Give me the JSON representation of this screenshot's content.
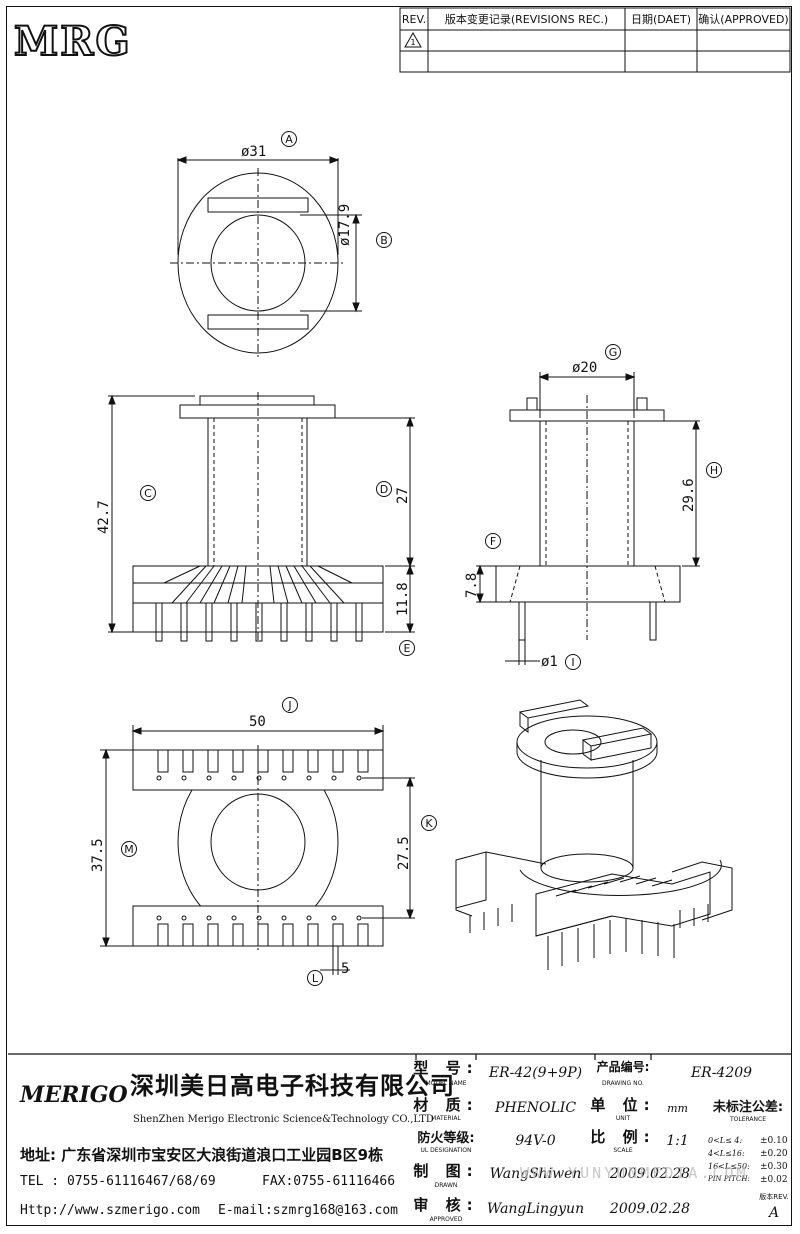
{
  "logo_text": "MRG",
  "revision_table": {
    "headers": [
      "REV.",
      "版本变更记录(REVISIONS REC.)",
      "日期(DAET)",
      "确认(APPROVED)"
    ],
    "first_rev": "1"
  },
  "dimensions": {
    "a_dia": "ø31",
    "b_dia": "ø17.9",
    "c_height": "42.7",
    "d_height": "27",
    "e_height": "11.8",
    "g_dia": "ø20",
    "h_height": "29.6",
    "f_height": "7.8",
    "i_pin": "ø1",
    "j_width": "50",
    "k_height": "27.5",
    "m_height": "37.5",
    "l_pitch": "5"
  },
  "callouts": [
    "A",
    "B",
    "C",
    "D",
    "E",
    "F",
    "G",
    "H",
    "I",
    "J",
    "K",
    "L",
    "M"
  ],
  "company": {
    "brand": "MERIGO",
    "name_cn": "深圳美日高电子科技有限公司",
    "name_en": "ShenZhen Merigo Electronic Science&Technology CO.,LTD",
    "address": "地址: 广东省深圳市宝安区大浪街道浪口工业园B区9栋",
    "tel": "TEL : 0755-61116467/68/69",
    "fax": "FAX:0755-61116466",
    "web": "Http://www.szmerigo.com",
    "email": "E-mail:szmrg168@163.com"
  },
  "title_block": {
    "model_label": "型 号:",
    "model_label_en": "MODEL NAME",
    "model_value": "ER-42(9+9P)",
    "product_no_label": "产品编号:",
    "product_no_label_en": "DRAWING NO.",
    "product_no_value": "ER-4209",
    "material_label": "材 质:",
    "material_label_en": "MATERIAL",
    "material_value": "PHENOLIC",
    "unit_label": "单 位:",
    "unit_label_en": "UNIT",
    "unit_value": "mm",
    "flame_label": "防火等级:",
    "flame_label_en": "UL DESIGNATION",
    "flame_value": "94V-0",
    "scale_label": "比 例:",
    "scale_label_en": "SCALE",
    "scale_value": "1:1",
    "drawn_label": "制 图:",
    "drawn_label_en": "DRAWN",
    "drawn_value": "WangShiwen",
    "drawn_date": "2009.02.28",
    "approved_label": "审 核:",
    "approved_label_en": "APPROVED",
    "approved_value": "WangLingyun",
    "approved_date": "2009.02.28",
    "tolerance_title": "未标注公差:",
    "tolerance_title_en": "TOLERANCE",
    "tolerances": [
      {
        "range": "0<L≤ 4:",
        "value": "±0.10"
      },
      {
        "range": "4<L≤16:",
        "value": "±0.20"
      },
      {
        "range": "16<L≤50:",
        "value": "±0.30"
      },
      {
        "range": "PIN PITCH:",
        "value": "±0.02"
      }
    ],
    "version_label": "版本REV.",
    "version_value": "A",
    "watermark": "WWW.YUNYUNMEDIA.COM"
  }
}
